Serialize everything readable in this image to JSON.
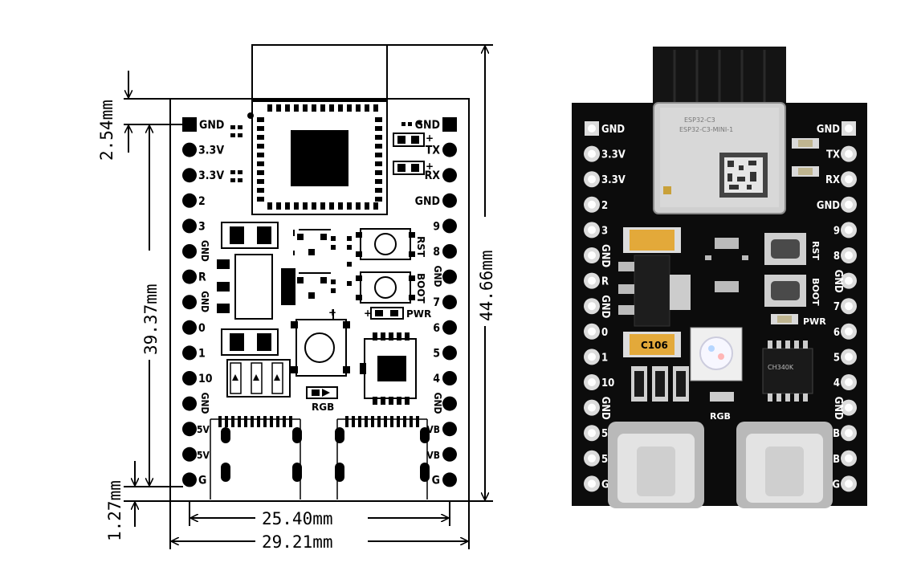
{
  "dimensions": {
    "top_offset": "2.54mm",
    "pitch_height": "39.37mm",
    "board_height": "44.66mm",
    "bottom_offset": "1.27mm",
    "pitch_width": "25.40mm",
    "board_width": "29.21mm"
  },
  "left_pins": [
    "GND",
    "3.3V",
    "3.3V",
    "2",
    "3",
    "GND",
    "R",
    "GND",
    "0",
    "1",
    "10",
    "GND",
    "5V",
    "5V",
    "G"
  ],
  "right_pins": [
    "GND",
    "TX",
    "RX",
    "GND",
    "9",
    "8",
    "GND",
    "7",
    "6",
    "5",
    "4",
    "GND",
    "VB",
    "VB",
    "G"
  ],
  "silkscreen": {
    "rst": "RST",
    "boot": "BOOT",
    "pwr": "PWR",
    "rgb": "RGB"
  },
  "photo": {
    "module_line1": "ESP32-C3",
    "module_line2": "ESP32-C3-MINI-1",
    "tantalum_label": "C106",
    "usb_chip": "CH340K"
  }
}
